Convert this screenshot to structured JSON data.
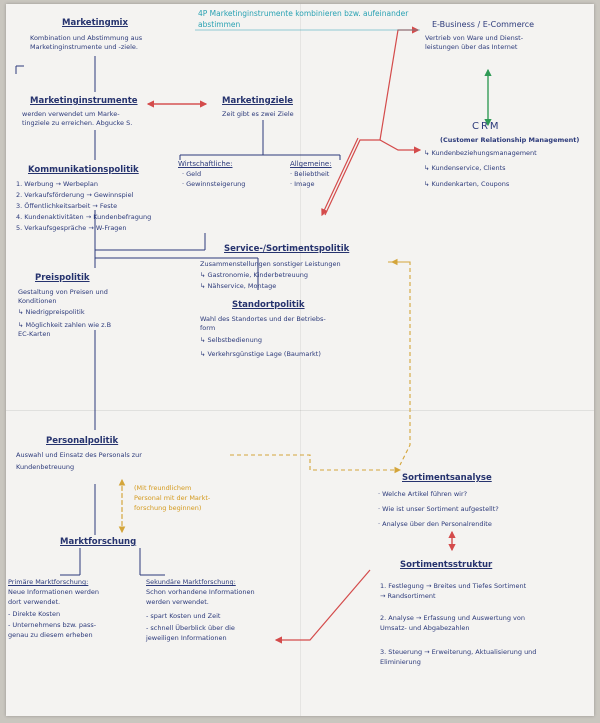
{
  "title": "4P Marketinginstrumente kombinieren bzw. aufeinander abstimmen",
  "nodes": {
    "marketingmix": {
      "title": "Marketingmix",
      "lines": [
        "Kombination und Abstimmung aus",
        "Marketinginstrumente und -ziele."
      ]
    },
    "marketinginstrumente": {
      "title": "Marketinginstrumente",
      "lines": [
        "werden verwendet um Marke-",
        "tingziele zu erreichen. Abgucke S."
      ]
    },
    "marketingziele": {
      "title": "Marketingziele",
      "lines": [
        "Zeit gibt es zwei Ziele"
      ]
    },
    "wirtschaftliche": {
      "title": "Wirtschaftliche:",
      "lines": [
        "· Geld",
        "· Gewinnsteigerung"
      ]
    },
    "allgemeine": {
      "title": "Allgemeine:",
      "lines": [
        "· Beliebtheit",
        "· Image"
      ]
    },
    "ebusiness": {
      "title": "E-Business / E-Commerce",
      "lines": [
        "Vertrieb von Ware und Dienst-",
        "leistungen über das Internet"
      ]
    },
    "crm": {
      "title": "CRM",
      "subtitle": "(Customer Relationship Management)",
      "lines": [
        "↳ Kundenbeziehungsmanagement",
        "↳ Kundenservice, Clients",
        "↳ Kundenkarten, Coupons"
      ]
    },
    "kommunikation": {
      "title": "Kommunikationspolitik",
      "lines": [
        "1. Werbung → Werbeplan",
        "2. Verkaufsförderung → Gewinnspiel",
        "3. Öffentlichkeitsarbeit → Feste",
        "4. Kundenaktivitäten → Kundenbefragung",
        "5. Verkaufsgespräche → W-Fragen"
      ]
    },
    "service": {
      "title": "Service-/Sortimentspolitik",
      "lines": [
        "Zusammenstellungen sonstiger Leistungen",
        "↳ Gastronomie, Kinderbetreuung",
        "↳ Nähservice, Montage"
      ]
    },
    "preis": {
      "title": "Preispolitik",
      "lines": [
        "Gestaltung von Preisen und",
        "Konditionen",
        "↳ Niedrigpreispolitik",
        "↳ Möglichkeit zahlen wie z.B",
        "   EC-Karten"
      ]
    },
    "standort": {
      "title": "Standortpolitik",
      "lines": [
        "Wahl des Standortes und der Betriebs-",
        "form",
        "↳ Selbstbedienung",
        "↳ Verkehrsgünstige Lage (Baumarkt)"
      ]
    },
    "personal": {
      "title": "Personalpolitik",
      "lines": [
        "Auswahl und Einsatz des Personals zur",
        "Kundenbetreuung"
      ]
    },
    "personal_note": {
      "lines": [
        "(Mit freundlichem",
        "Personal mit der Markt-",
        "forschung beginnen)"
      ]
    },
    "marktforschung": {
      "title": "Marktforschung",
      "lines": []
    },
    "primaere": {
      "title": "Primäre Marktforschung:",
      "lines": [
        "Neue Informationen werden",
        "dort verwendet.",
        "- Direkte Kosten",
        "- Unternehmens bzw. pass-",
        "  genau zu diesem erheben"
      ]
    },
    "sekundaere": {
      "title": "Sekundäre Marktforschung:",
      "lines": [
        "Schon vorhandene Informationen",
        "werden verwendet.",
        "- spart Kosten und Zeit",
        "- schnell Überblick über die",
        "  jeweiligen Informationen"
      ]
    },
    "sortimentsanalyse": {
      "title": "Sortimentsanalyse",
      "lines": [
        "· Welche Artikel führen wir?",
        "· Wie ist unser Sortiment aufgestellt?",
        "· Analyse über den Personalrendite"
      ]
    },
    "sortimentsstruktur": {
      "title": "Sortimentsstruktur",
      "lines": [
        "1. Festlegung → Breites und Tiefes Sortiment",
        "                 → Randsortiment",
        "2. Analyse → Erfassung und Auswertung von",
        "                 Umsatz- und Abgabezahlen",
        "3. Steuerung → Erweiterung, Aktualisierung und",
        "                 Eliminierung"
      ]
    }
  },
  "colors": {
    "ink": "#2c3a7a",
    "red": "#d44b4b",
    "green": "#2f9a55",
    "orange": "#d4a53a",
    "teal": "#2aa2b3",
    "paper": "#f4f3f1"
  }
}
